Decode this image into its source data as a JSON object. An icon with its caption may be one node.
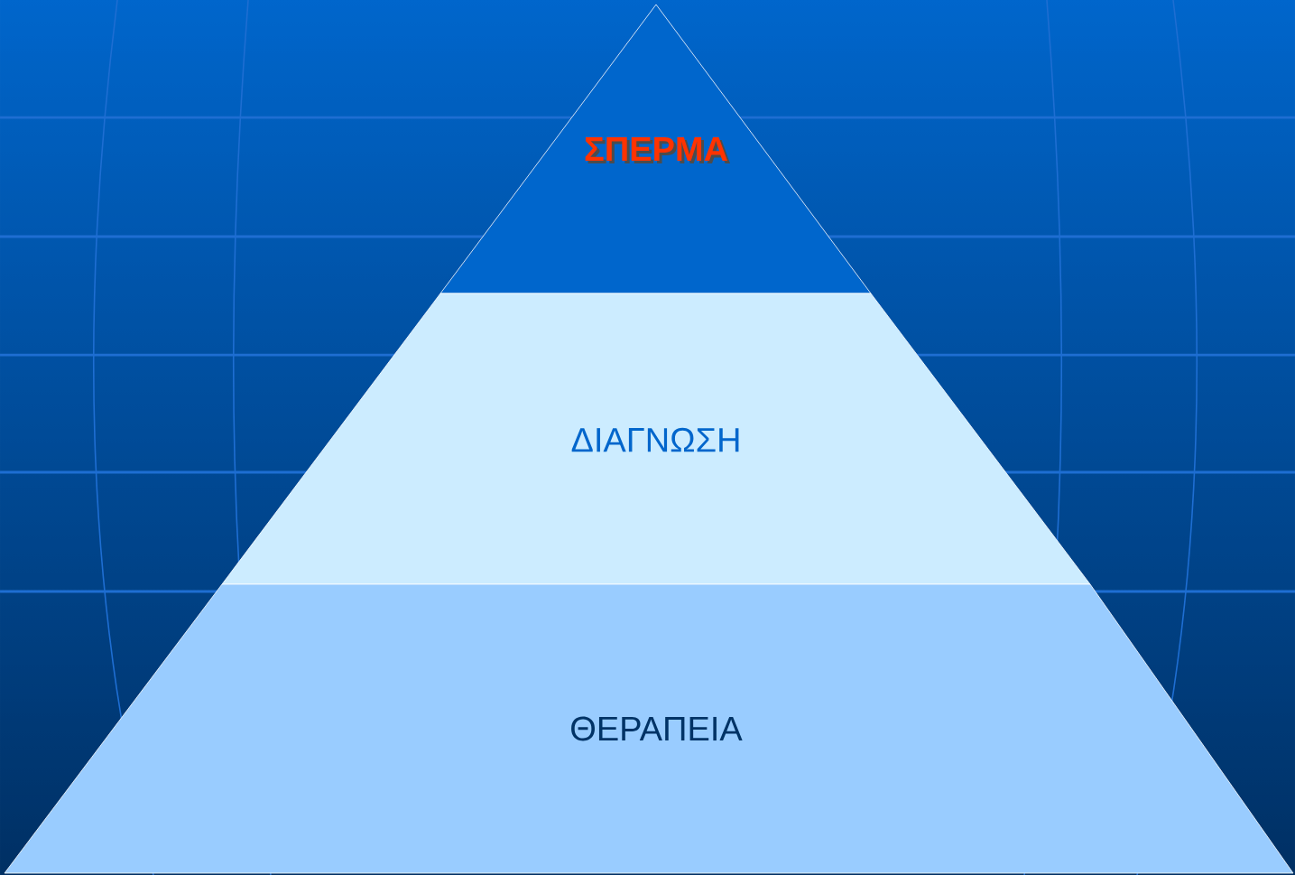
{
  "diagram": {
    "nodes": [
      {
        "text": [
          "ΣΠΕΡΜΑ"
        ]
      },
      {
        "text": [
          "ΔΙΑΓΝΩΣΗ"
        ]
      },
      {
        "text": [
          "ΘΕΡΑΠΕΙΑ"
        ]
      }
    ]
  }
}
